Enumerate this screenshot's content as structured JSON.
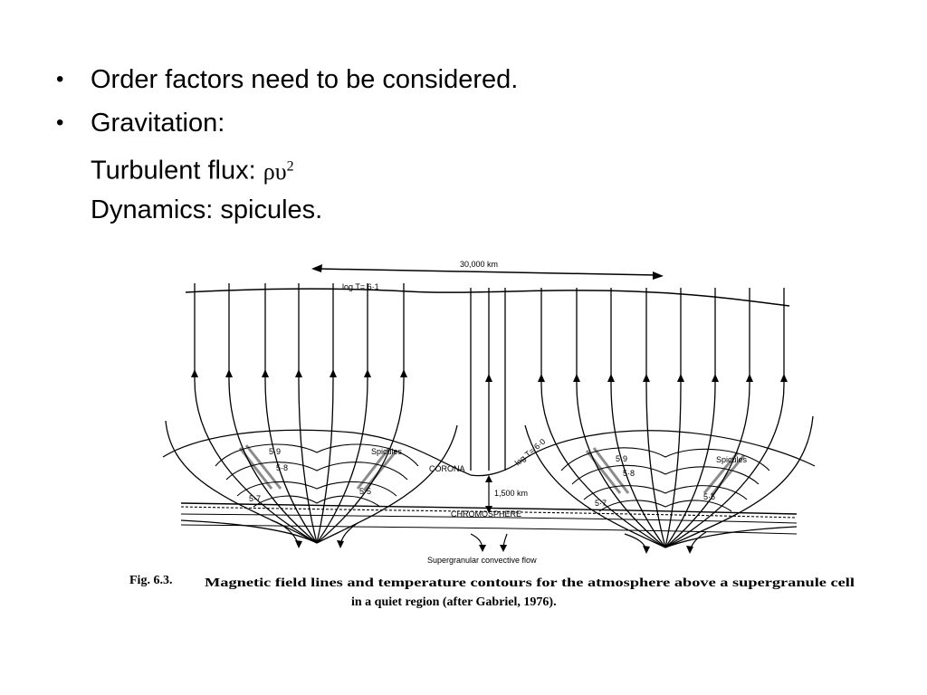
{
  "bullets": {
    "symbol": "•",
    "item1": "Order factors need to be considered.",
    "item2": "Gravitation:",
    "sub1_text": "Turbulent flux: ",
    "sub1_greek": "ρυ",
    "sub1_exp": "2",
    "sub2": "Dynamics: spicules."
  },
  "figure": {
    "scale_bar": "30,000 km",
    "top_contour": "log T= 6·1",
    "mid_contour": "log T= 6·0",
    "left_contours": [
      "5·9",
      "5·8",
      "5·7",
      "5·5"
    ],
    "right_contours": [
      "5·9",
      "5·8",
      "5·7",
      "5·5"
    ],
    "spicules_left": "Spicules",
    "spicules_right": "Spicules",
    "corona": "CORONA",
    "height": "1,500 km",
    "chromosphere": "CHROMOSPHERE",
    "flow": "Supergranular convective flow",
    "caption_num": "Fig. 6.3.",
    "caption_line1": "Magnetic field lines and temperature contours for the atmosphere above a supergranule cell",
    "caption_line2": "in a quiet region (after Gabriel, 1976)."
  }
}
